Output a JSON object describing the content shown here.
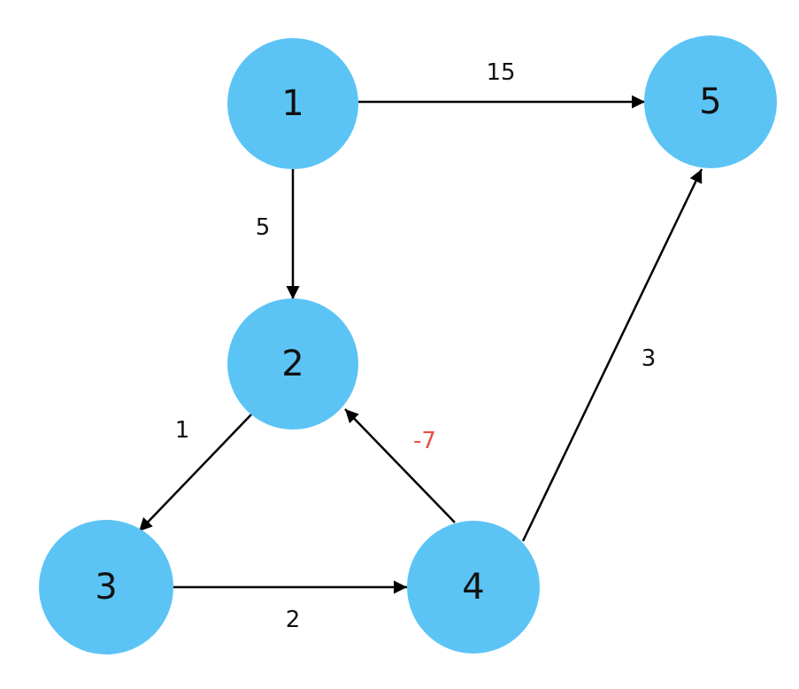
{
  "colors": {
    "node_fill": "#5bc4f5",
    "edge": "#000000",
    "label_default": "#111111",
    "label_negative": "#e8503f"
  },
  "nodes": [
    {
      "id": "1",
      "label": "1"
    },
    {
      "id": "2",
      "label": "2"
    },
    {
      "id": "3",
      "label": "3"
    },
    {
      "id": "4",
      "label": "4"
    },
    {
      "id": "5",
      "label": "5"
    }
  ],
  "edges": [
    {
      "from": "1",
      "to": "5",
      "weight": "15"
    },
    {
      "from": "1",
      "to": "2",
      "weight": "5"
    },
    {
      "from": "2",
      "to": "3",
      "weight": "1"
    },
    {
      "from": "3",
      "to": "4",
      "weight": "2"
    },
    {
      "from": "4",
      "to": "2",
      "weight": "-7"
    },
    {
      "from": "4",
      "to": "5",
      "weight": "3"
    }
  ]
}
